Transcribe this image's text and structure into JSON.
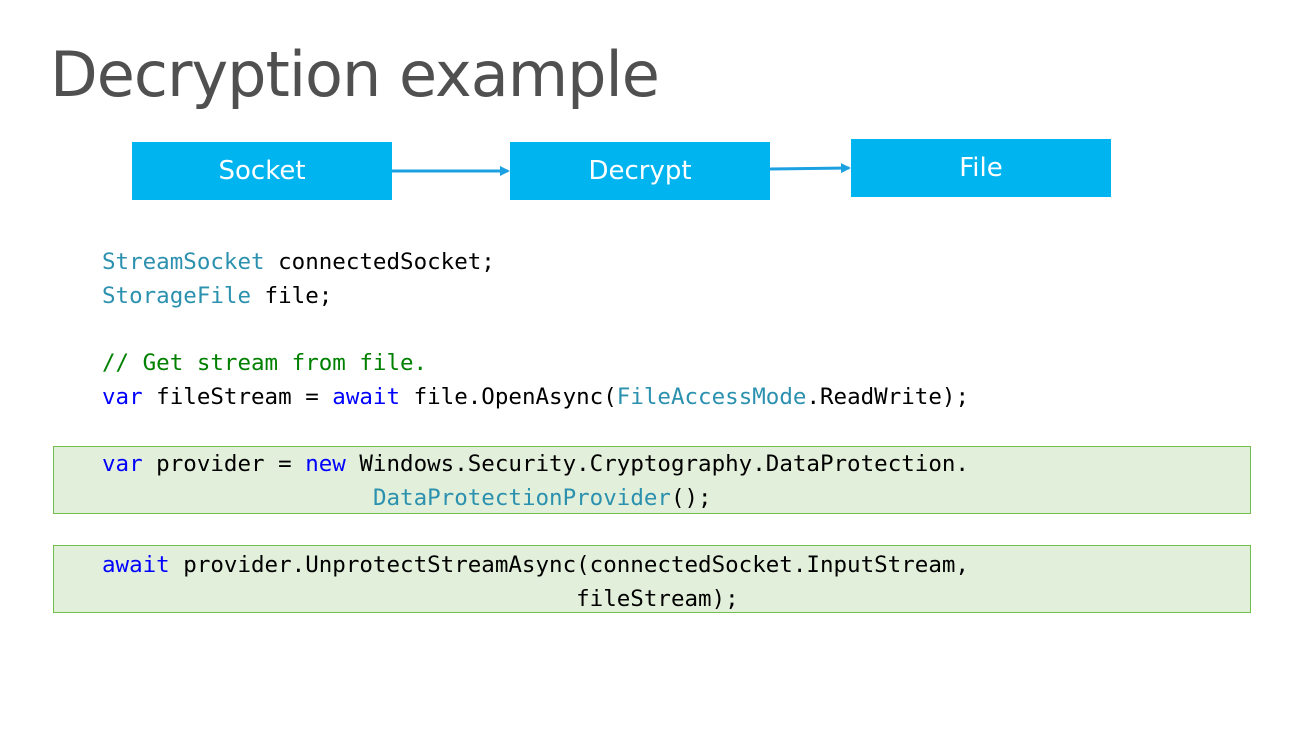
{
  "slide": {
    "title": "Decryption example"
  },
  "flow": {
    "steps": [
      "Socket",
      "Decrypt",
      "File"
    ],
    "box_color": "#00b4f0",
    "arrow_color": "#1ba1e2"
  },
  "code": {
    "line1": {
      "type": "StreamSocket",
      "rest": " connectedSocket;"
    },
    "line2": {
      "type": "StorageFile",
      "rest": " file;"
    },
    "line3": {
      "comment": "// Get stream from file."
    },
    "line4": {
      "kw1": "var",
      "p1": " fileStream = ",
      "kw2": "await",
      "p2": " file.OpenAsync(",
      "type": "FileAccessMode",
      "p3": ".ReadWrite);"
    },
    "line5": {
      "kw1": "var",
      "p1": " provider = ",
      "kw2": "new",
      "p2": " Windows.Security.Cryptography.DataProtection."
    },
    "line6": {
      "indent": "                    ",
      "type": "DataProtectionProvider",
      "p1": "();"
    },
    "line7": {
      "kw1": "await",
      "p1": " provider.UnprotectStreamAsync(connectedSocket.InputStream,"
    },
    "line8": {
      "text": "                                   fileStream);"
    }
  },
  "colors": {
    "type": "#2b91af",
    "keyword": "#0000ff",
    "comment": "#008000",
    "highlight_bg": "#e2efda",
    "highlight_border": "#70c050"
  }
}
